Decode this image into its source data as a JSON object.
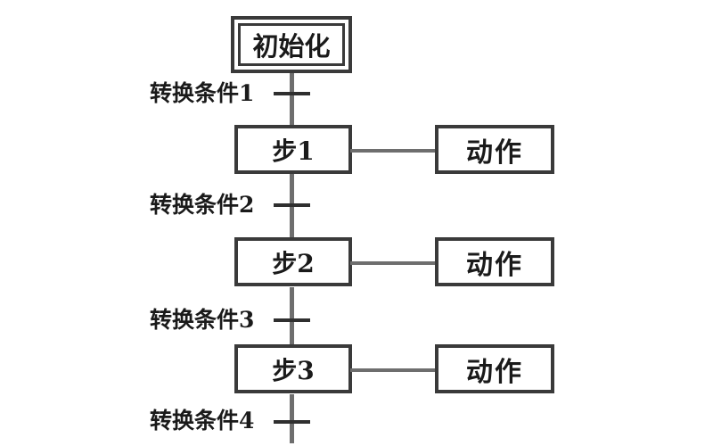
{
  "diagram": {
    "type": "sequential-function-chart",
    "init_step": {
      "label": "初始化"
    },
    "steps": [
      {
        "label": "步1",
        "action": "动作"
      },
      {
        "label": "步2",
        "action": "动作"
      },
      {
        "label": "步3",
        "action": "动作"
      }
    ],
    "transitions": [
      {
        "label": "转换条件1"
      },
      {
        "label": "转换条件2"
      },
      {
        "label": "转换条件3"
      },
      {
        "label": "转换条件4"
      }
    ],
    "colors": {
      "background": "#ffffff",
      "box_border": "#3a3a3a",
      "flow_line": "#6e6e6e",
      "crossbar": "#2f2f2f",
      "text": "#1a1a1a"
    }
  }
}
